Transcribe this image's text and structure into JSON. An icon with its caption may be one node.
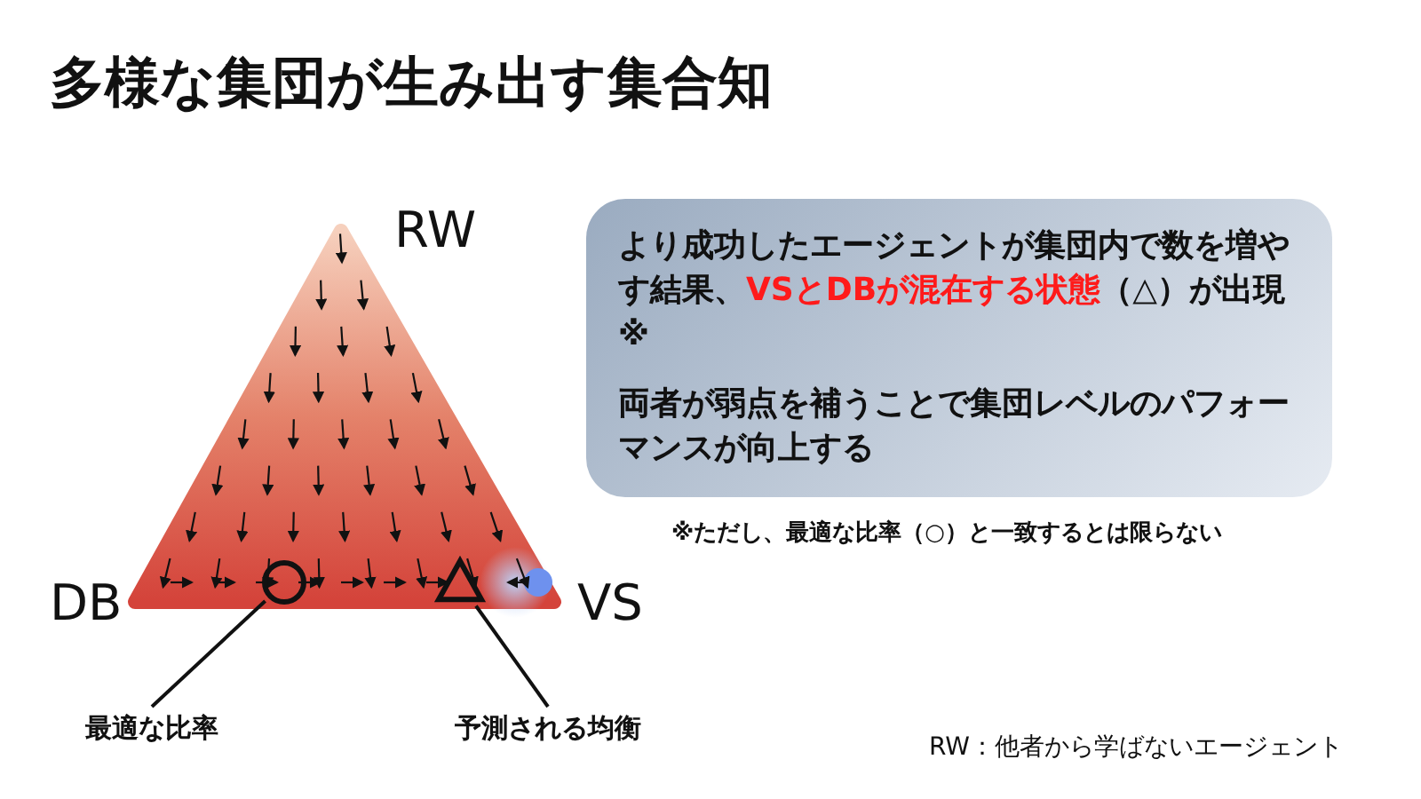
{
  "diagram": {
    "title": "多様な集団が生み出す集合知",
    "nodes": [
      {
        "text": [
          "より成功したエージェントが集団内で数を増やす結果、**VSとDBが混在する状態**（△）が出現※",
          "両者が弱点を補うことで集団レベルのパフォーマンスが向上する"
        ]
      },
      {
        "text": [],
        "shape": "circle"
      },
      {
        "text": [],
        "shape": "triangle"
      },
      {
        "text": [
          "最適な比率"
        ]
      },
      {
        "text": [
          "予測される均衡"
        ]
      }
    ],
    "edges": [
      {
        "from": 3,
        "to": 1,
        "arrow": "none"
      },
      {
        "from": 4,
        "to": 2,
        "arrow": "none"
      }
    ],
    "labels": [
      "RW",
      "DB",
      "VS",
      "※ただし、最適な比率（○）と一致するとは限らない",
      "RW：他者から学ばないエージェント"
    ]
  }
}
